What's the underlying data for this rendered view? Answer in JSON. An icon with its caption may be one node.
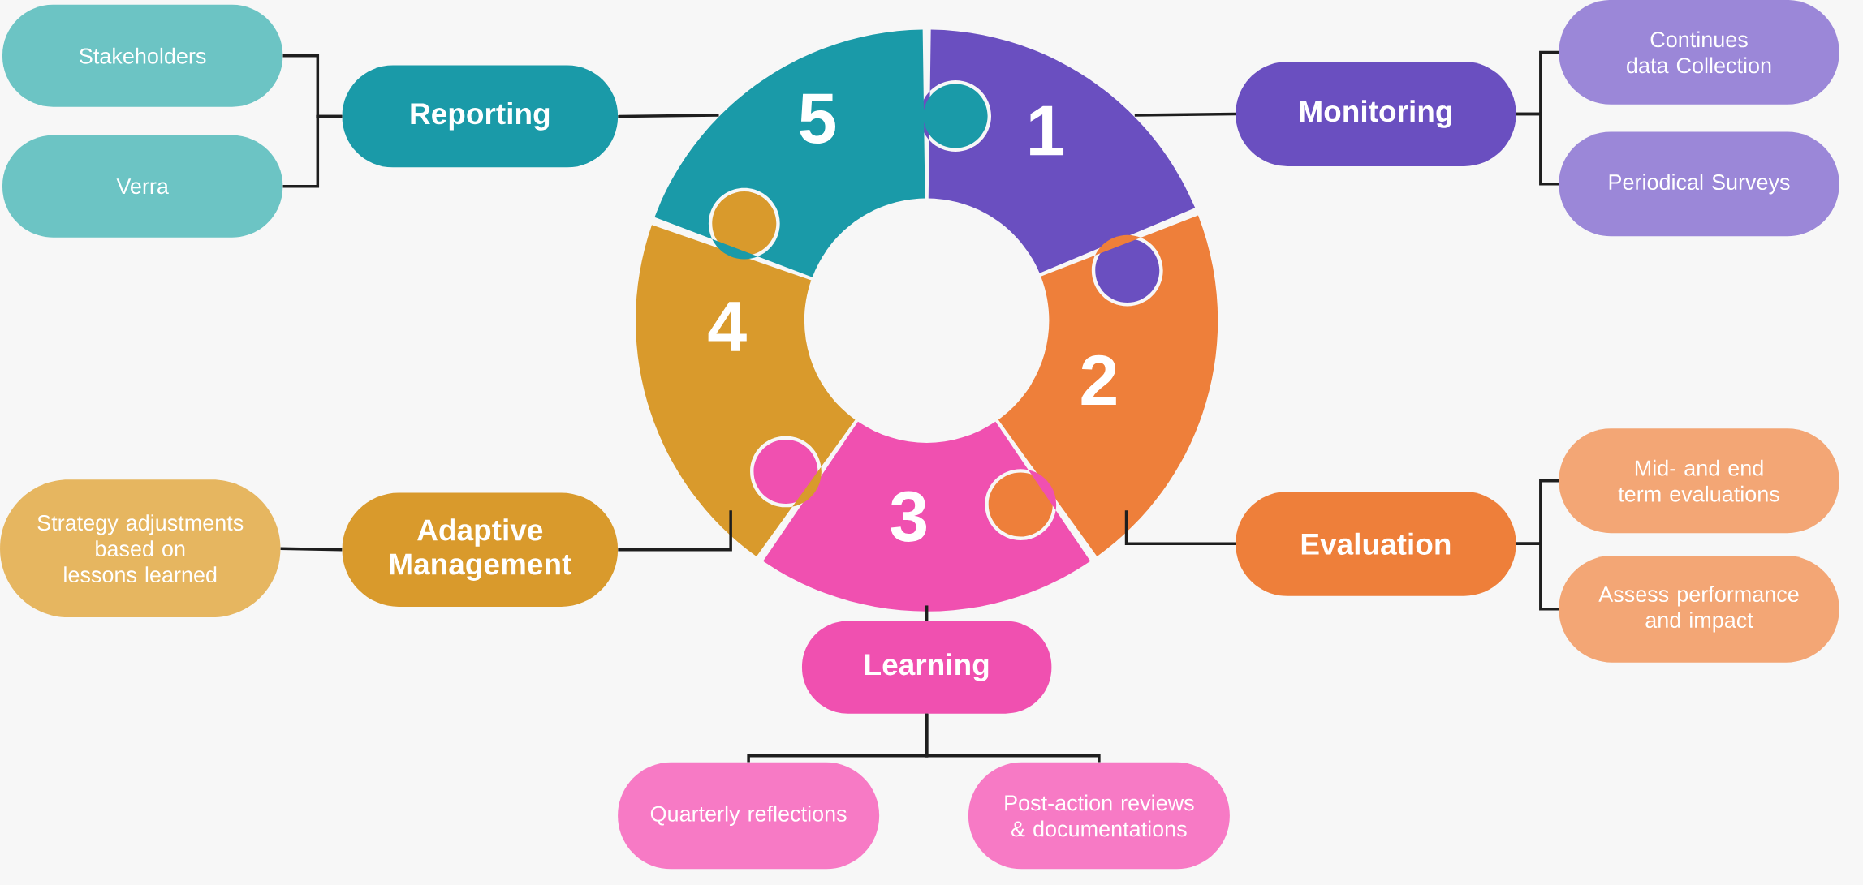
{
  "diagram": {
    "nodes": [
      {
        "text": [
          "1"
        ]
      },
      {
        "text": [
          "2"
        ]
      },
      {
        "text": [
          "3"
        ]
      },
      {
        "text": [
          "4"
        ]
      },
      {
        "text": [
          "5"
        ]
      },
      {
        "text": [
          "Reporting"
        ]
      },
      {
        "text": [
          "Stakeholders"
        ]
      },
      {
        "text": [
          "Verra"
        ]
      },
      {
        "text": [
          "Monitoring"
        ]
      },
      {
        "text": [
          "Continues data Collection"
        ]
      },
      {
        "text": [
          "Periodical Surveys"
        ]
      },
      {
        "text": [
          "Evaluation"
        ]
      },
      {
        "text": [
          "Mid- and end term evaluations"
        ]
      },
      {
        "text": [
          "Assess performance and impact"
        ]
      },
      {
        "text": [
          "Adaptive Management"
        ]
      },
      {
        "text": [
          "Strategy adjustments based on lessons learned"
        ]
      },
      {
        "text": [
          "Learning"
        ]
      },
      {
        "text": [
          "Quarterly reflections"
        ]
      },
      {
        "text": [
          "Post-action reviews & documentations"
        ]
      }
    ],
    "edges": [
      {
        "from": 4,
        "to": 5,
        "arrow": "none"
      },
      {
        "from": 5,
        "to": 6,
        "arrow": "none"
      },
      {
        "from": 5,
        "to": 7,
        "arrow": "none"
      },
      {
        "from": 0,
        "to": 8,
        "arrow": "none"
      },
      {
        "from": 8,
        "to": 9,
        "arrow": "none"
      },
      {
        "from": 8,
        "to": 10,
        "arrow": "none"
      },
      {
        "from": 1,
        "to": 11,
        "arrow": "none"
      },
      {
        "from": 11,
        "to": 12,
        "arrow": "none"
      },
      {
        "from": 11,
        "to": 13,
        "arrow": "none"
      },
      {
        "from": 3,
        "to": 14,
        "arrow": "none"
      },
      {
        "from": 14,
        "to": 15,
        "arrow": "none"
      },
      {
        "from": 2,
        "to": 16,
        "arrow": "none"
      },
      {
        "from": 16,
        "to": 17,
        "arrow": "none"
      },
      {
        "from": 16,
        "to": 18,
        "arrow": "none"
      }
    ]
  }
}
